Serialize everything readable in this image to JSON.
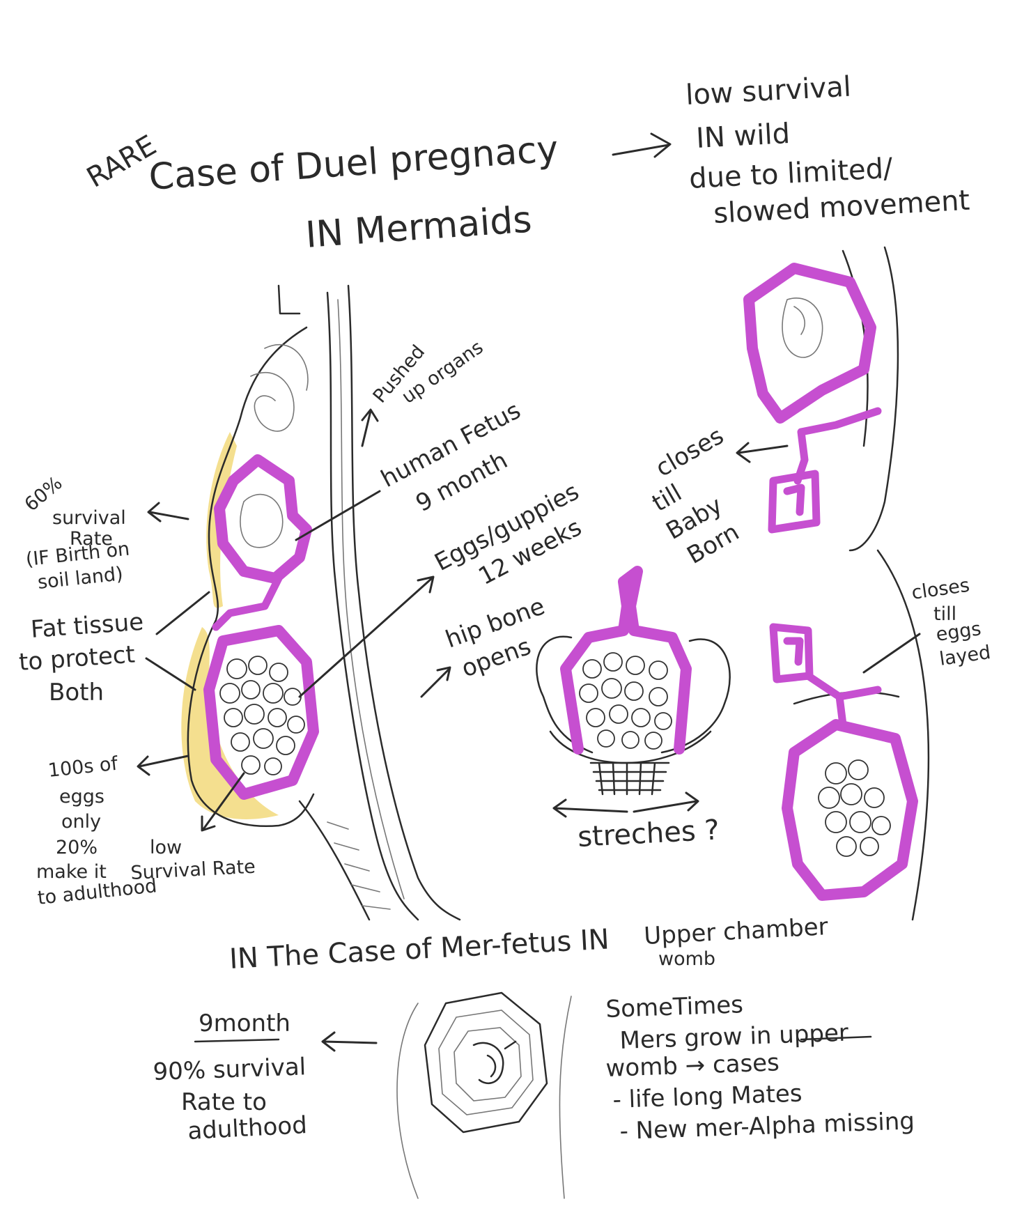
{
  "title": {
    "rare": "RARE",
    "line1": "Case of Duel pregnacy",
    "line2": "IN Mermaids"
  },
  "survival_note": {
    "line1": "low survival",
    "line2": "IN wild",
    "line3": "due to limited/",
    "line4": "slowed movement"
  },
  "left_labels": {
    "survival_60": {
      "l1": "60%",
      "l2": "survival",
      "l3": "Rate",
      "l4": "(IF Birth on",
      "l5": "soil land)"
    },
    "fat_tissue": {
      "l1": "Fat tissue",
      "l2": "to protect",
      "l3": "Both"
    },
    "eggs_100s": {
      "l1": "100s of",
      "l2": "eggs",
      "l3": "only",
      "l4": "20%",
      "l5": "make it",
      "l6": "to adulthood"
    },
    "low_survival": {
      "l1": "low",
      "l2": "Survival Rate"
    }
  },
  "right_labels": {
    "pushed": {
      "l1": "Pushed",
      "l2": "up organs"
    },
    "human_fetus": {
      "l1": "human Fetus",
      "l2": "9 month"
    },
    "eggs_guppies": {
      "l1": "Eggs/guppies",
      "l2": "12 weeks"
    },
    "hipbone": {
      "l1": "hip bone",
      "l2": "opens"
    },
    "closes_baby": {
      "l1": "closes",
      "l2": "till",
      "l3": "Baby",
      "l4": "Born"
    },
    "closes_eggs": {
      "l1": "closes",
      "l2": "till",
      "l3": "eggs",
      "l4": "layed"
    },
    "streches": "streches ?"
  },
  "bottom": {
    "heading": "IN The Case of Mer-fetus IN",
    "upper": "Upper chamber",
    "womb": "womb",
    "nine_month": "9month",
    "survival_90": {
      "l1": "90% survival",
      "l2": "Rate to",
      "l3": "adulthood"
    },
    "sometimes": {
      "l1": "SomeTimes",
      "l2": "Mers grow in upper",
      "l3": "womb → cases",
      "l4": "- life long Mates",
      "l5": "- New mer-Alpha missing"
    }
  },
  "colors": {
    "womb_outline": "#c64fd0",
    "fat_tissue": "#f0d46a",
    "pencil": "#2b2b2b"
  }
}
